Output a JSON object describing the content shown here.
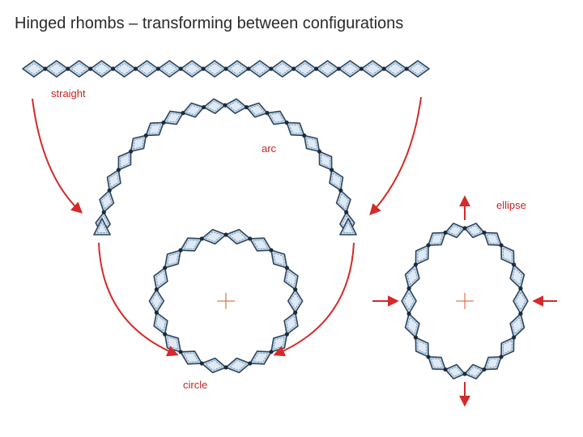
{
  "title": "Hinged rhombs – transforming between configurations",
  "labels": {
    "straight": "straight",
    "arc": "arc",
    "ellipse": "ellipse",
    "circle": "circle"
  },
  "colors": {
    "arrow": "#d42a2a",
    "label": "#c62424",
    "center_mark": "#d85a2a",
    "rhomb_fill": "#c9ddef",
    "rhomb_stroke": "#2f4358",
    "hinge": "#1c2b3b"
  },
  "configurations": [
    {
      "name": "straight",
      "rhomb_count": 18
    },
    {
      "name": "arc",
      "rhomb_count": 18
    },
    {
      "name": "circle",
      "rhomb_count": 18
    },
    {
      "name": "ellipse",
      "rhomb_count": 18
    }
  ]
}
